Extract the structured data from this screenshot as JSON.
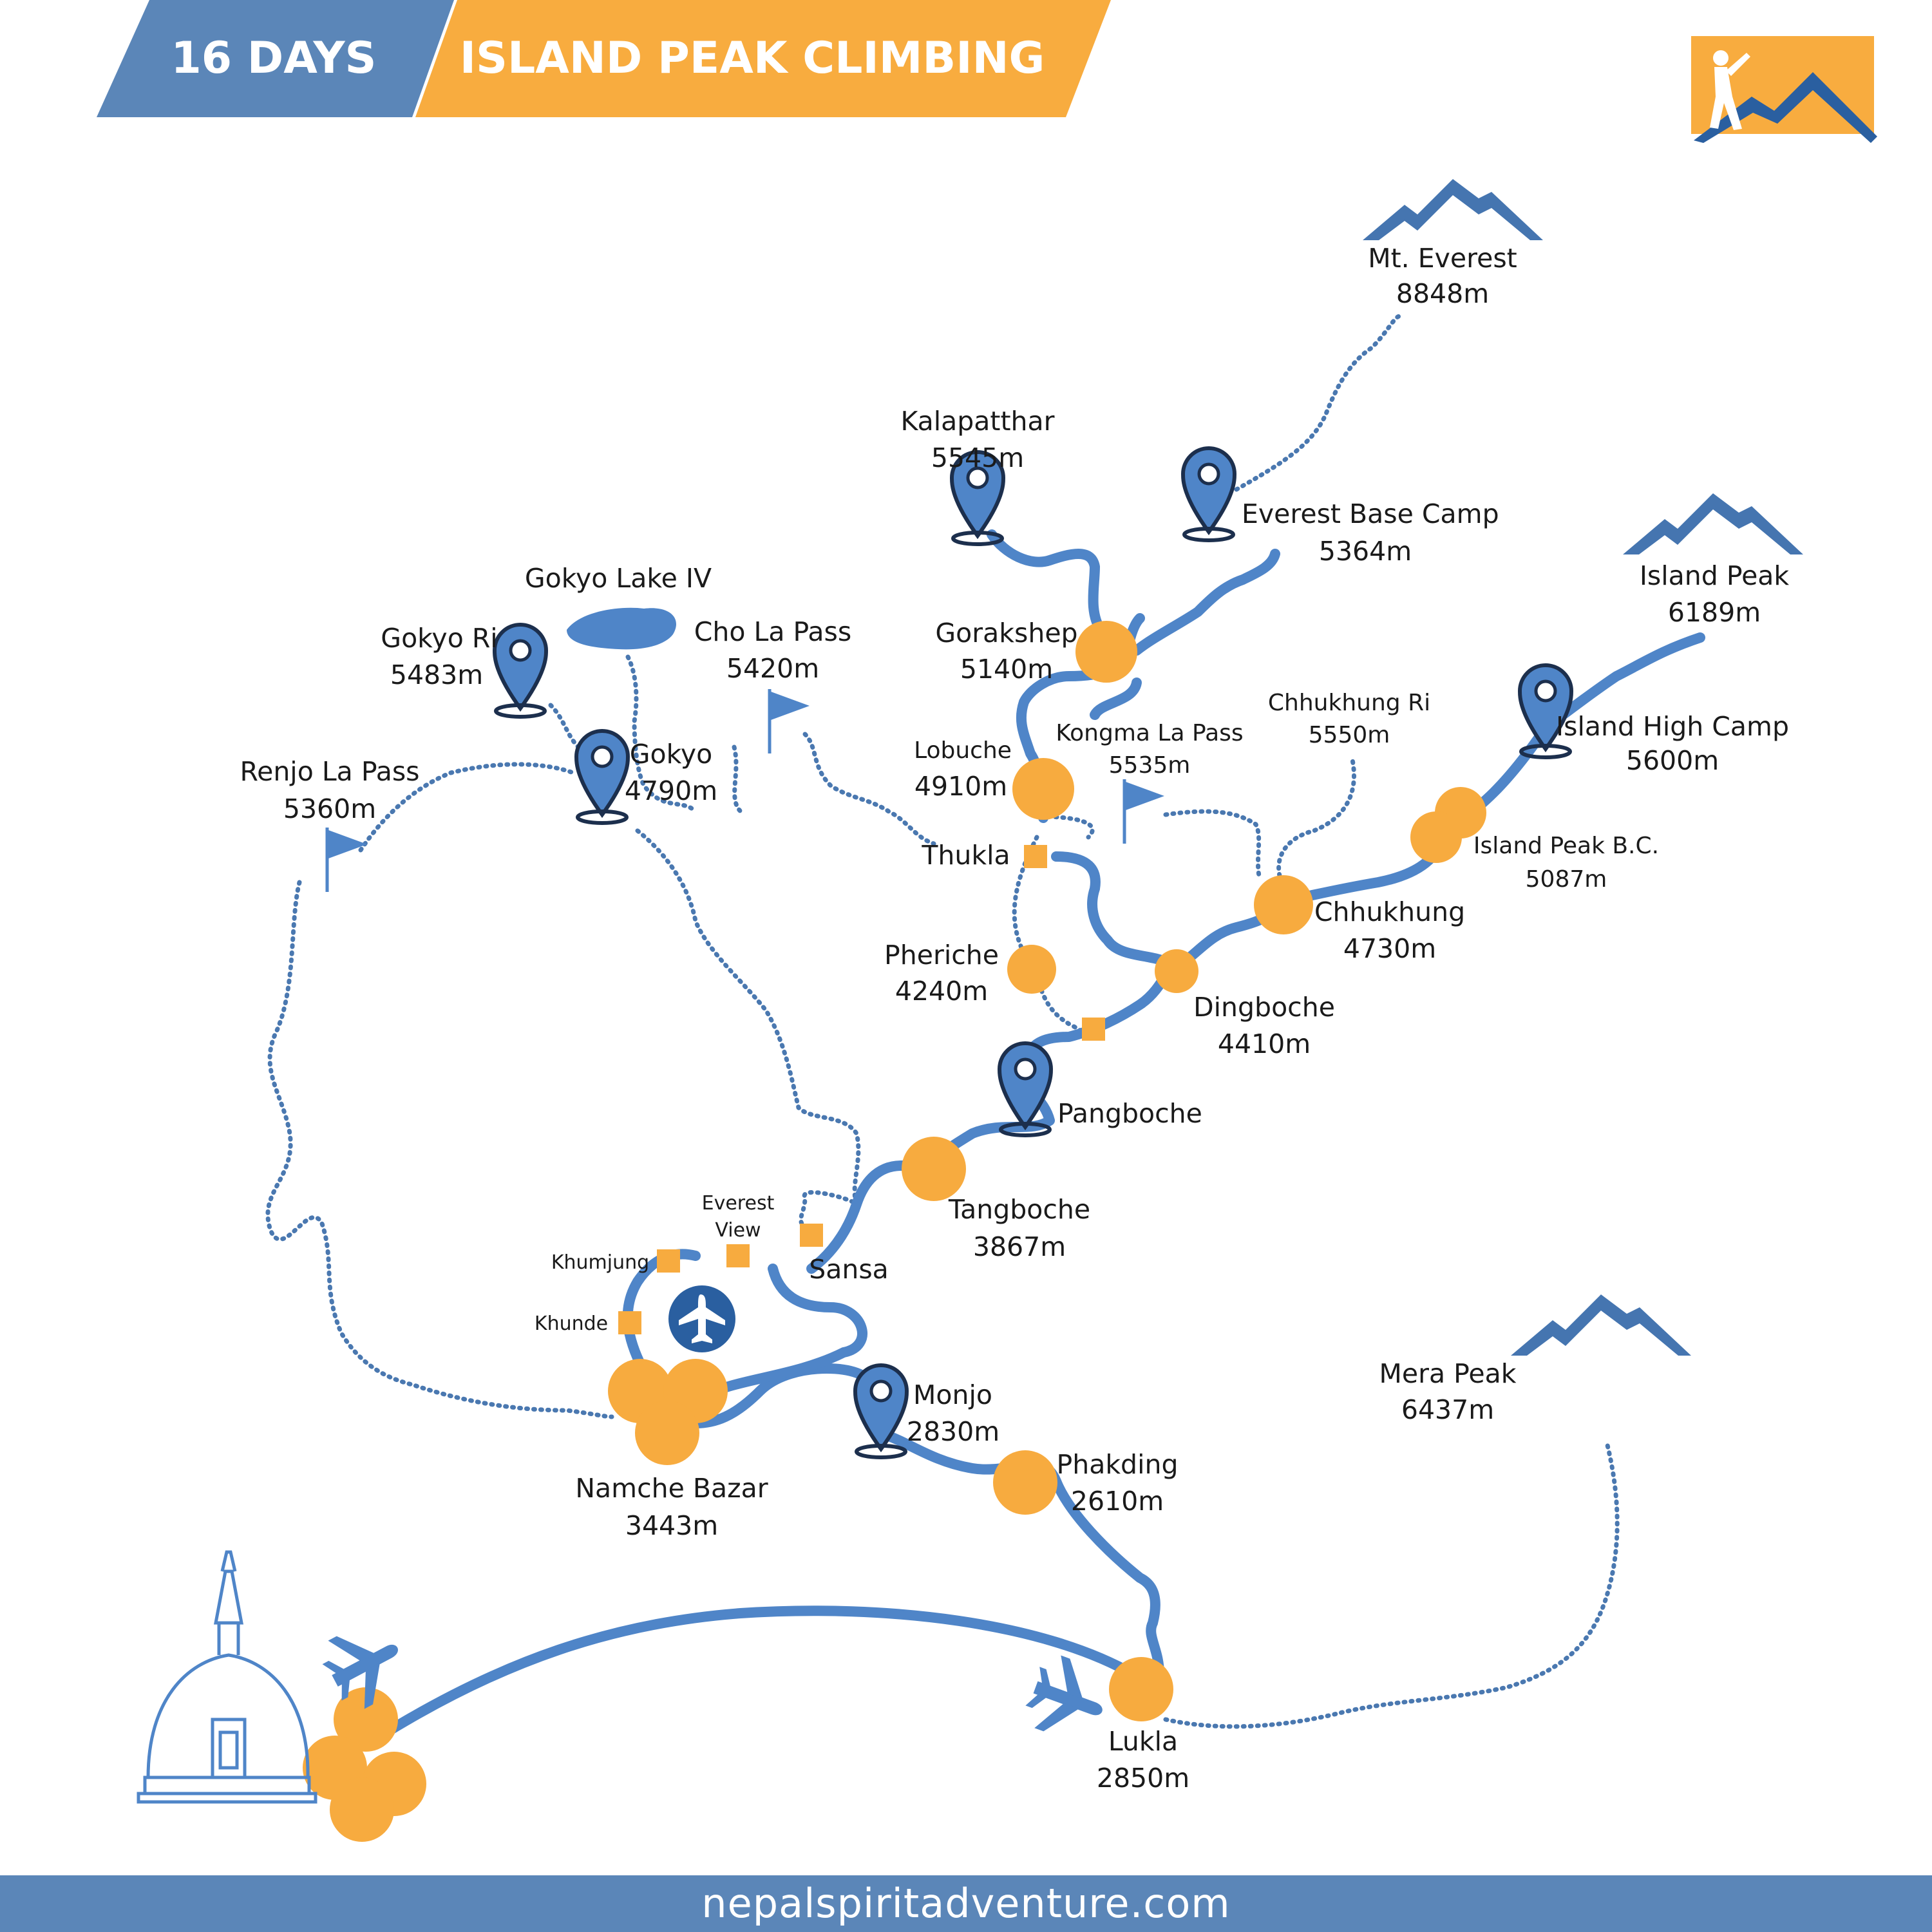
{
  "header": {
    "days_label": "16 DAYS",
    "trip_title": "ISLAND PEAK CLIMBING",
    "colors": {
      "blue": "#5b86b8",
      "orange": "#f8ac3f"
    }
  },
  "footer": {
    "website": "nepalspiritadventure.com",
    "color": "#5b86b8"
  },
  "route_colors": {
    "trail": "#4f85c8",
    "dotted": "#4a78b0",
    "stop": "#f7ab3f",
    "pin": "#2a5fa0"
  },
  "mountains": {
    "everest": {
      "name": "Mt. Everest",
      "elev": "8848m"
    },
    "island_peak": {
      "name": "Island Peak",
      "elev": "6189m"
    },
    "mera_peak": {
      "name": "Mera Peak",
      "elev": "6437m"
    }
  },
  "places": {
    "kalapatthar": {
      "name": "Kalapatthar",
      "elev": "5545m"
    },
    "ebc": {
      "name": "Everest Base Camp",
      "elev": "5364m"
    },
    "gokyo_lake": {
      "name": "Gokyo Lake IV"
    },
    "gokyo_ri": {
      "name": "Gokyo Ri",
      "elev": "5483m"
    },
    "cho_la": {
      "name": "Cho La Pass",
      "elev": "5420m"
    },
    "gorakshep": {
      "name": "Gorakshep",
      "elev": "5140m"
    },
    "chhukhung_ri": {
      "name": "Chhukhung Ri",
      "elev": "5550m"
    },
    "island_high_camp": {
      "name": "Island High Camp",
      "elev": "5600m"
    },
    "gokyo": {
      "name": "Gokyo",
      "elev": "4790m"
    },
    "lobuche": {
      "name": "Lobuche",
      "elev": "4910m"
    },
    "kongma_la": {
      "name": "Kongma La Pass",
      "elev": "5535m"
    },
    "renjo_la": {
      "name": "Renjo La Pass",
      "elev": "5360m"
    },
    "island_bc": {
      "name": "Island Peak B.C.",
      "elev": "5087m"
    },
    "thukla": {
      "name": "Thukla"
    },
    "chhukhung": {
      "name": "Chhukhung",
      "elev": "4730m"
    },
    "pheriche": {
      "name": "Pheriche",
      "elev": "4240m"
    },
    "dingboche": {
      "name": "Dingboche",
      "elev": "4410m"
    },
    "pangboche": {
      "name": "Pangboche"
    },
    "tangboche": {
      "name": "Tangboche",
      "elev": "3867m"
    },
    "everest_view": {
      "line1": "Everest",
      "line2": "View"
    },
    "sansa": {
      "name": "Sansa"
    },
    "khumjung": {
      "name": "Khumjung"
    },
    "khunde": {
      "name": "Khunde"
    },
    "monjo": {
      "name": "Monjo",
      "elev": "2830m"
    },
    "phakding": {
      "name": "Phakding",
      "elev": "2610m"
    },
    "namche": {
      "name": "Namche Bazar",
      "elev": "3443m"
    },
    "lukla": {
      "name": "Lukla",
      "elev": "2850m"
    }
  },
  "icons": [
    "airplane-icon",
    "map-pin-icon",
    "flag-icon",
    "mountain-icon",
    "stupa-icon",
    "airport-icon",
    "climber-logo-icon"
  ]
}
